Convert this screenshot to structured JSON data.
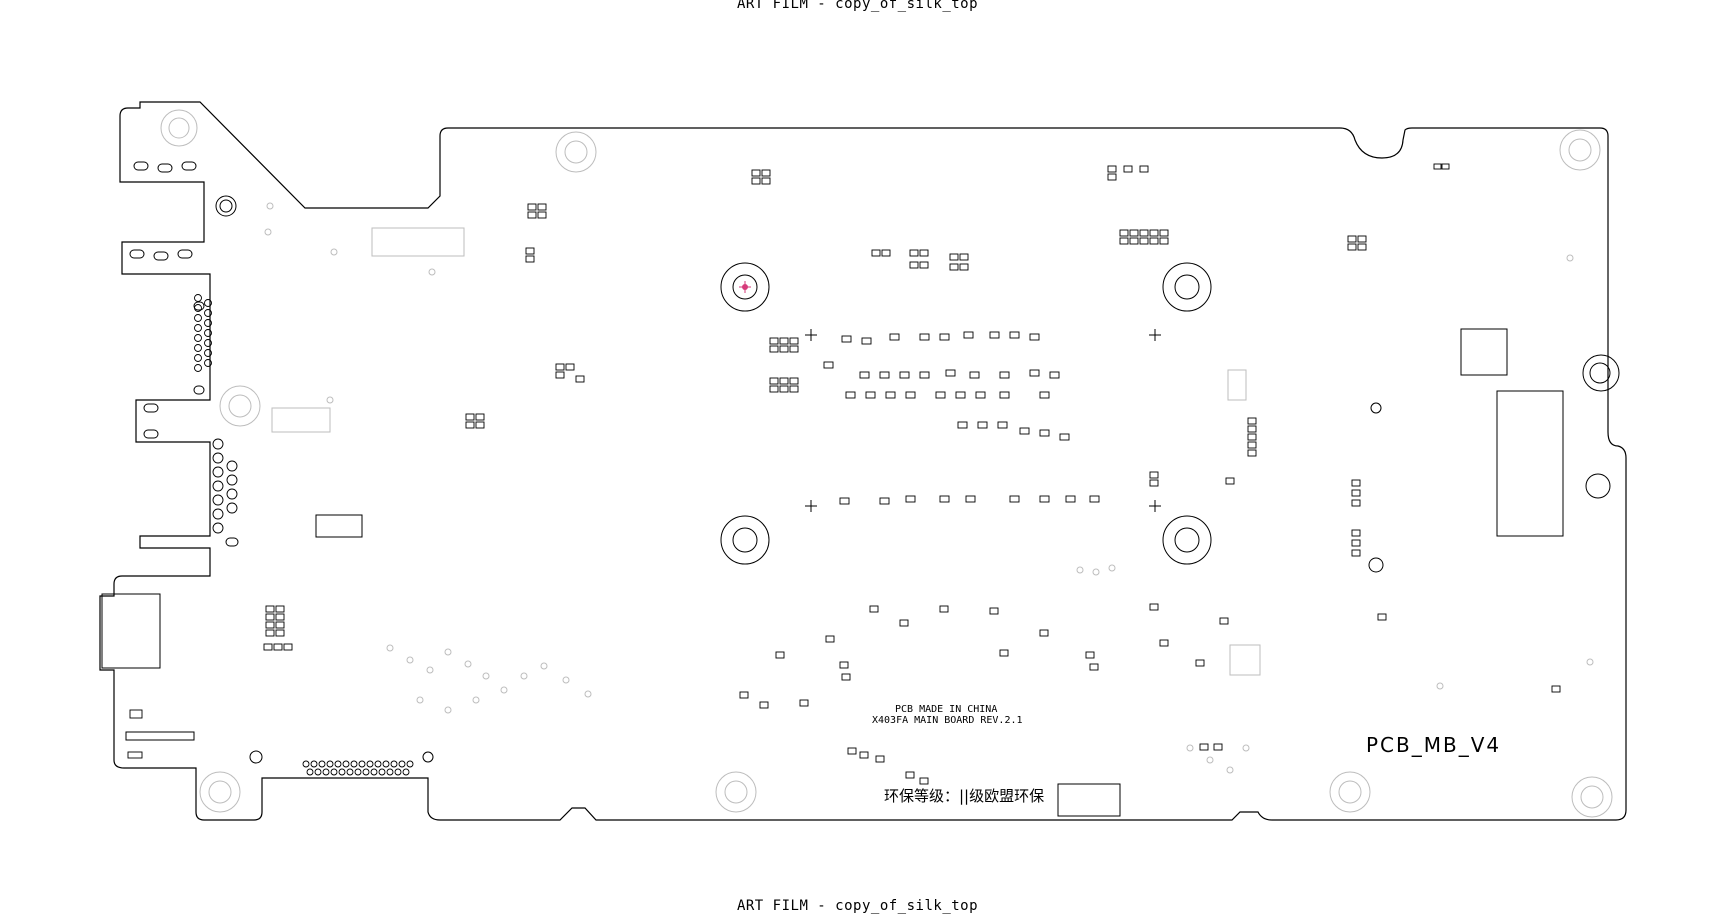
{
  "header_title": "ART FILM - copy_of_silk_top",
  "footer_title": "ART FILM - copy_of_silk_top",
  "board": {
    "made_in": "PCB MADE IN CHINA",
    "model": "X403FA MAIN BOARD REV.2.1",
    "version_mark": "PCB_MB_V4",
    "eco_label": "环保等级：||级欧盟环保"
  },
  "colors": {
    "ink": "#000000",
    "faint": "#bdbdbd",
    "target": "#d63a7a"
  }
}
